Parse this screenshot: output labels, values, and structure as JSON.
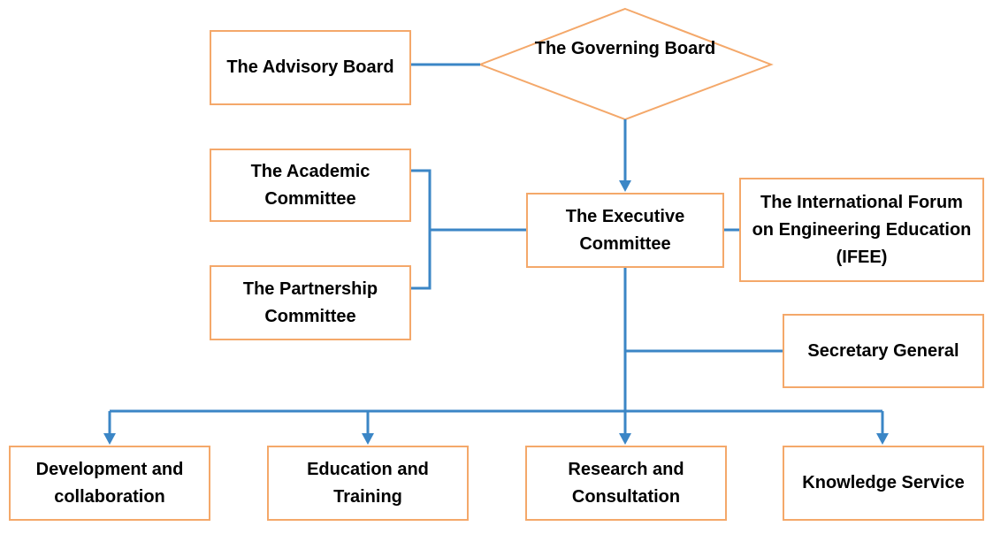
{
  "nodes": {
    "advisory_board": "The Advisory Board",
    "governing_board": [
      "The Governing",
      "Board"
    ],
    "academic_committee": [
      "The Academic",
      "Committee"
    ],
    "partnership_committee": [
      "The Partnership",
      "Committee"
    ],
    "executive_committee": [
      "The Executive",
      "Committee"
    ],
    "ifee": [
      "The International Forum",
      "on Engineering Education",
      "(IFEE)"
    ],
    "secretary_general": "Secretary General",
    "development": [
      "Development and",
      "collaboration"
    ],
    "education": [
      "Education and",
      "Training"
    ],
    "research": [
      "Research and",
      "Consultation"
    ],
    "knowledge": "Knowledge Service"
  },
  "colors": {
    "border": "#f4a86a",
    "connector": "#3b86c6"
  }
}
